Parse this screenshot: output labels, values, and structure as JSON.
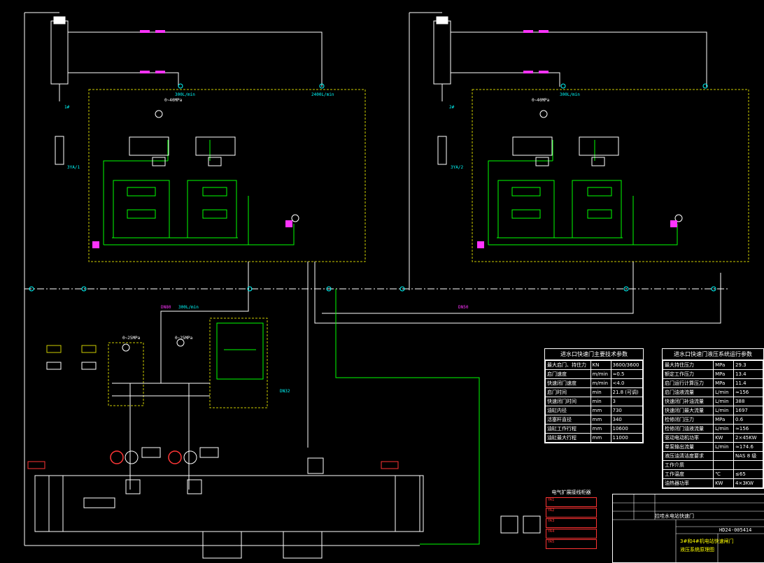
{
  "colors": {
    "background": "#000000",
    "pipe_main": "#ffffff",
    "pipe_hydraulic": "#00ff00",
    "dashed_boundary": "#cccc00",
    "labels_cyan": "#00ffff",
    "labels_magenta": "#ff33ff",
    "labels_red": "#ff3333"
  },
  "tables": {
    "gate_specs": {
      "title": "进水口快速门主要技术参数",
      "rows": [
        {
          "name": "最大启门、持住力",
          "unit": "KN",
          "value": "3600/3600"
        },
        {
          "name": "启门速度",
          "unit": "m/min",
          "value": "≈0.5"
        },
        {
          "name": "快速闭门速度",
          "unit": "m/min",
          "value": "<4.0"
        },
        {
          "name": "启门时间",
          "unit": "min",
          "value": "21.8 (可调)"
        },
        {
          "name": "快速闭门时间",
          "unit": "min",
          "value": "3"
        },
        {
          "name": "油缸内径",
          "unit": "mm",
          "value": "730"
        },
        {
          "name": "活塞杆直径",
          "unit": "mm",
          "value": "340"
        },
        {
          "name": "油缸工作行程",
          "unit": "mm",
          "value": "10600"
        },
        {
          "name": "油缸最大行程",
          "unit": "mm",
          "value": "11000"
        }
      ]
    },
    "hydraulic_specs": {
      "title": "进水口快速门液压系统运行参数",
      "rows": [
        {
          "name": "最大持住压力",
          "unit": "MPa",
          "value": "29.3"
        },
        {
          "name": "额定工作压力",
          "unit": "MPa",
          "value": "13.4"
        },
        {
          "name": "启门运行计算压力",
          "unit": "MPa",
          "value": "11.4"
        },
        {
          "name": "启门油液流量",
          "unit": "L/min",
          "value": "≈156"
        },
        {
          "name": "快速闭门补油流量",
          "unit": "L/min",
          "value": "388"
        },
        {
          "name": "快速闭门最大流量",
          "unit": "L/min",
          "value": "1697"
        },
        {
          "name": "检修闭门压力",
          "unit": "MPa",
          "value": "0.6"
        },
        {
          "name": "检修闭门油液流量",
          "unit": "L/min",
          "value": "≈156"
        },
        {
          "name": "驱动电动机功率",
          "unit": "KW",
          "value": "2×45KW"
        },
        {
          "name": "单泵输出流量",
          "unit": "L/min",
          "value": "≈174.6"
        },
        {
          "name": "液压油清洁度要求",
          "unit": "",
          "value": "NAS 8 级"
        },
        {
          "name": "工作介质",
          "unit": "",
          "value": ""
        },
        {
          "name": "工作温度",
          "unit": "℃",
          "value": "≤65"
        },
        {
          "name": "油热器功率",
          "unit": "KW",
          "value": "4×3KW"
        }
      ]
    }
  },
  "title_block": {
    "project": "拉哇水电站快速门",
    "drawing_no": "HD24-005414",
    "drawing_title_1": "3#和4#机电站快速闸门",
    "drawing_title_2": "液压系统原理图"
  },
  "electrical": {
    "header": "电气扩展接线柜器",
    "rows": [
      "YA1 ",
      "YA2 ",
      "YA3 ",
      "YA4 ",
      "YA5 "
    ]
  },
  "labels": {
    "cyl_left": "1#",
    "cyl_right": "2#",
    "sp_left": "3YA/1",
    "sp_right": "3YA/2",
    "gauge_1": "0~40MPa",
    "gauge_2": "0~25MPa",
    "gauge_3": "0~25MPa",
    "gauge_4": "0~40MPa",
    "flow_1": "300L/min",
    "flow_2": "2400L/min",
    "flow_3": "300L/min",
    "flow_4": "300L/min",
    "dn_1": "DN80",
    "dn_2": "DN50",
    "dn_3": "DN32"
  }
}
